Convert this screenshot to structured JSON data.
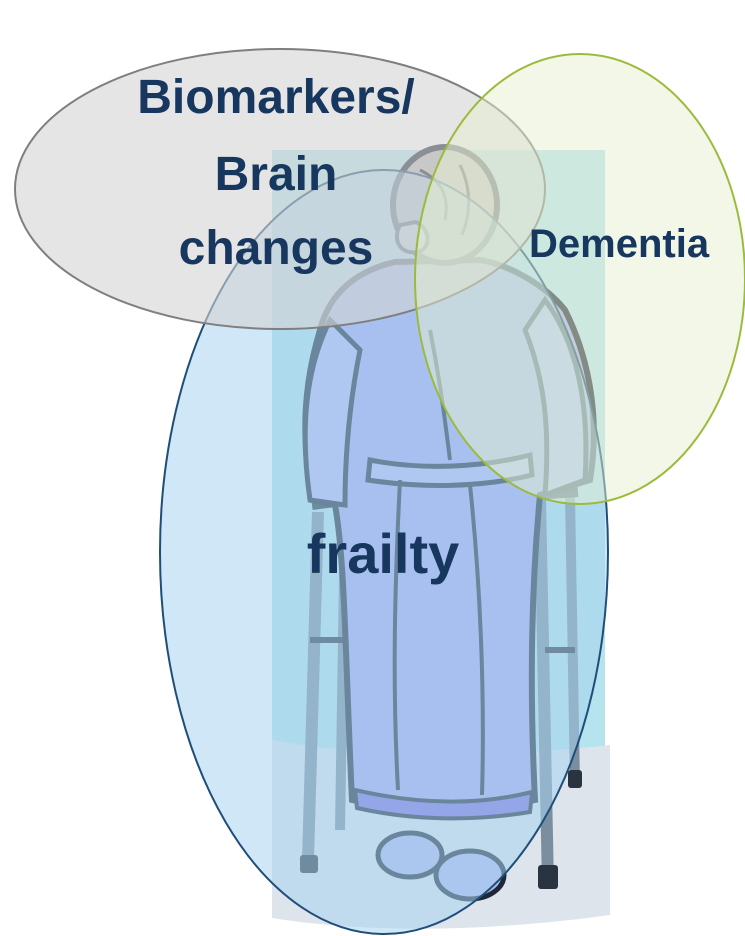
{
  "diagram": {
    "sets": [
      {
        "id": "biomarkers",
        "label_lines": [
          "Biomarkers/",
          "Brain",
          "changes"
        ],
        "fill": "#d4d4d4",
        "stroke": "#7f7f7f"
      },
      {
        "id": "dementia",
        "label_lines": [
          "Dementia"
        ],
        "fill": "#e6f0d0",
        "stroke": "#9bbb3c"
      },
      {
        "id": "frailty",
        "label_lines": [
          "frailty"
        ],
        "fill": "#a8d4ef",
        "stroke": "#1f4e79"
      }
    ],
    "illustration": {
      "subject": "elderly-person-with-walker-icon",
      "robe_color": "#a6a8f0",
      "hair_color": "#b6b6b6",
      "background_color": "#b5e3ee",
      "floor_color": "#dde4ec"
    },
    "text_color": "#17375e"
  }
}
